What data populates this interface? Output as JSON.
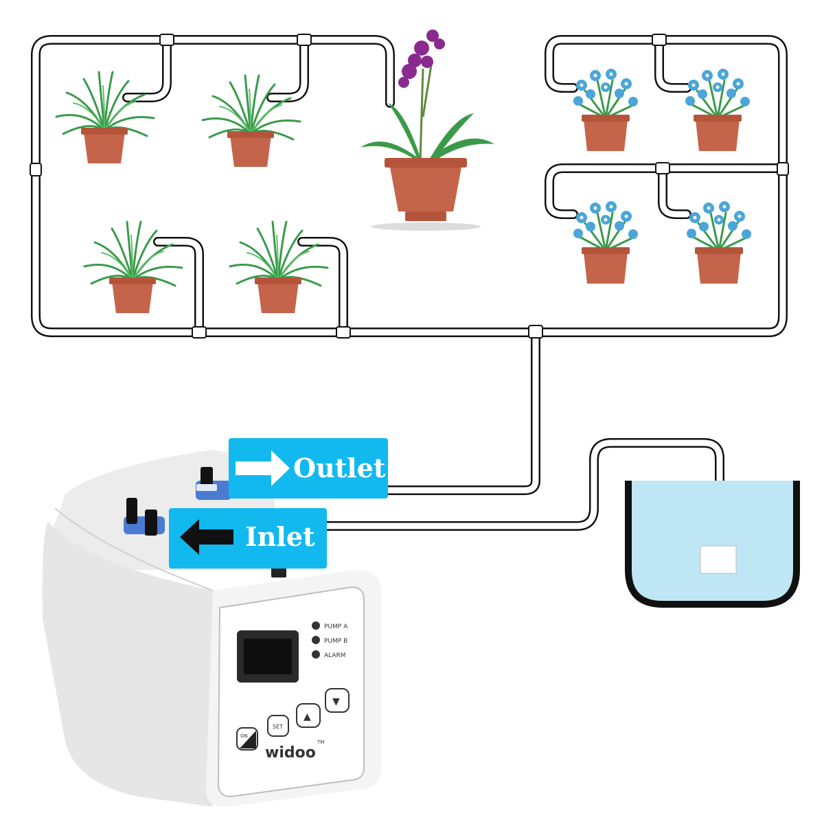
{
  "callouts": {
    "outlet": "Outlet",
    "inlet": "Inlet"
  },
  "controller": {
    "brand": "widoo",
    "trademark": "TM",
    "indicators": [
      "PUMP A",
      "PUMP B",
      "ALARM"
    ],
    "buttons": {
      "power": "ON",
      "set": "SET",
      "up": "▲",
      "down": "▼"
    }
  },
  "colors": {
    "callout_blue": "#12b9ef",
    "water": "#bfe6f4",
    "pot": "#c4644a",
    "pot_rim": "#b4553b",
    "leaf": "#3a9a4a",
    "blue_flower": "#4aa6d8",
    "orchid": "#8a2a8e",
    "unit_body": "#f2f2f2",
    "display": "#1a1a1a"
  }
}
